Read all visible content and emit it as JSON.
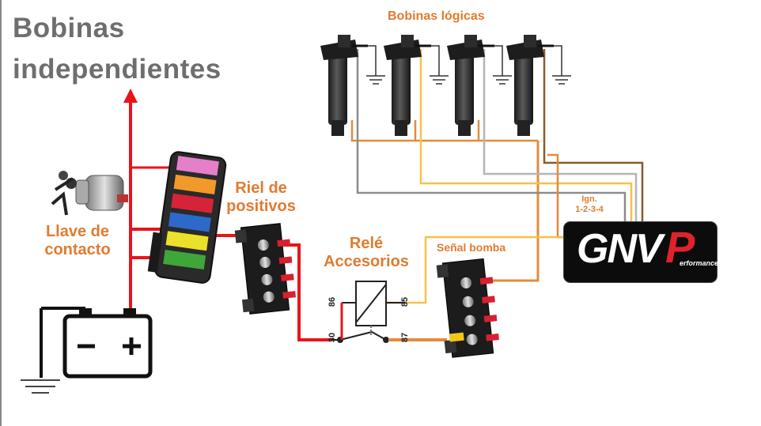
{
  "title": {
    "line1": "Bobinas",
    "line2": "independientes"
  },
  "labels": {
    "coils": "Bobinas lógicas",
    "ignition_key_line1": "Llave de",
    "ignition_key_line2": "contacto",
    "rail_line1": "Riel de",
    "rail_line2": "positivos",
    "relay_line1": "Relé",
    "relay_line2": "Accesorios",
    "pump_signal": "Señal bomba",
    "ign_line1": "Ign.",
    "ign_line2": "1-2-3-4"
  },
  "relay_pins": {
    "p86": "86",
    "p85": "85",
    "p30": "30",
    "p87": "87"
  },
  "logo": {
    "brand": "GNV",
    "p": "P",
    "sub": "erformance"
  },
  "battery": {
    "minus": "−",
    "plus": "+"
  },
  "colors": {
    "positive": "#e8141a",
    "negative": "#111111",
    "label": "#e07b30",
    "title": "#6e6e6e",
    "wire_orange": "#e58a3c",
    "wire_yellow": "#f3c24a",
    "wire_gray": "#8c8c8c",
    "wire_brown": "#8a5a2a"
  },
  "icons": [
    "ignition-switch-icon",
    "fuse-box-icon",
    "terminal-strip-icon",
    "relay-icon",
    "battery-icon",
    "ground-icon",
    "ignition-coil-icon"
  ]
}
